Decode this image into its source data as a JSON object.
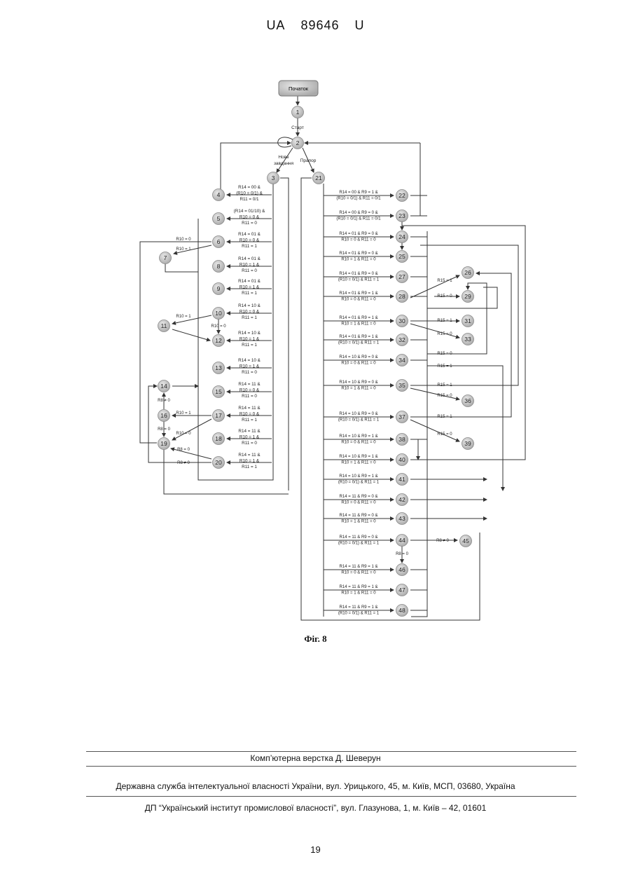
{
  "header": {
    "office": "UA",
    "number": "89646",
    "kind": "U"
  },
  "diagram": {
    "start_label": "Початок",
    "transitions": {
      "start": "Старт",
      "new_task": "Нове завдання",
      "flag": "Прапор"
    },
    "left_conditions": [
      {
        "id": "4",
        "lines": [
          "R14 = 00 &",
          "(R10 = 0/1) &",
          "R11 = 0/1"
        ]
      },
      {
        "id": "5",
        "lines": [
          "(R14 = 01/10) &",
          "R10 = 0 &",
          "R11 = 0"
        ]
      },
      {
        "id": "6",
        "lines": [
          "R14 = 01 &",
          "R10 = 0 &",
          "R11 = 1"
        ]
      },
      {
        "id": "8",
        "lines": [
          "R14 = 01 &",
          "R10 = 1 &",
          "R11 = 0"
        ]
      },
      {
        "id": "9",
        "lines": [
          "R14 = 01 &",
          "R10 = 1 &",
          "R11 = 1"
        ]
      },
      {
        "id": "10",
        "lines": [
          "R14 = 10 &",
          "R10 = 0 &",
          "R11 = 1"
        ]
      },
      {
        "id": "12",
        "lines": [
          "R14 = 10 &",
          "R10 = 1 &",
          "R11 = 1"
        ]
      },
      {
        "id": "13",
        "lines": [
          "R14 = 10 &",
          "R10 = 1 &",
          "R11 = 0"
        ]
      },
      {
        "id": "15",
        "lines": [
          "R14 = 11 &",
          "R10 = 0 &",
          "R11 = 0"
        ]
      },
      {
        "id": "17",
        "lines": [
          "R14 = 11 &",
          "R10 = 0 &",
          "R11 = 1"
        ]
      },
      {
        "id": "18",
        "lines": [
          "R14 = 11 &",
          "R10 = 1 &",
          "R11 = 0"
        ]
      },
      {
        "id": "20",
        "lines": [
          "R14 = 11 &",
          "R10 = 1 &",
          "R11 = 1"
        ]
      }
    ],
    "left_side_labels": {
      "r10_0_a": "R10 = 0",
      "r10_1_a": "R10 = 1",
      "r10_1_b": "R10 = 1",
      "r10_0_b": "R10 = 0",
      "r8_ne0_a": "R8 ≠ 0",
      "r10_1_c": "R10 = 1",
      "r8_0_a": "R8 = 0",
      "r10_0_c": "R10 = 0",
      "r8_0_b": "R8 = 0",
      "r8_ne0_b": "R8 ≠ 0"
    },
    "right_conditions": [
      {
        "id": "22",
        "lines": [
          "R14 = 00 & R9 = 1 &",
          "(R10 = 0/1) & R11 = 0/1"
        ]
      },
      {
        "id": "23",
        "lines": [
          "R14 = 00 & R9 = 0 &",
          "(R10 = 0/1) & R11 = 0/1"
        ]
      },
      {
        "id": "24",
        "lines": [
          "R14 = 01 & R9 = 0 &",
          "R10 = 0 & R11 = 0"
        ]
      },
      {
        "id": "25",
        "lines": [
          "R14 = 01 & R9 = 0 &",
          "R10 = 1 & R11 = 0"
        ]
      },
      {
        "id": "27",
        "lines": [
          "R14 = 01 & R9 = 0 &",
          "(R10 = 0/1) & R11 = 1"
        ]
      },
      {
        "id": "28",
        "lines": [
          "R14 = 01 & R9 = 1 &",
          "R10 = 0 & R11 = 0"
        ]
      },
      {
        "id": "30",
        "lines": [
          "R14 = 01 & R9 = 1 &",
          "R10 = 1 & R11 = 0"
        ]
      },
      {
        "id": "32",
        "lines": [
          "R14 = 01 & R9 = 1 &",
          "(R10 = 0/1) & R11 = 1"
        ]
      },
      {
        "id": "34",
        "lines": [
          "R14 = 10 & R9 = 0 &",
          "R10 = 0 & R11 = 0"
        ]
      },
      {
        "id": "35",
        "lines": [
          "R14 = 10 & R9 = 0 &",
          "R10 = 1 & R11 = 0"
        ]
      },
      {
        "id": "37",
        "lines": [
          "R14 = 10 & R9 = 0 &",
          "(R10 = 0/1) & R11 = 1"
        ]
      },
      {
        "id": "38",
        "lines": [
          "R14 = 10 & R9 = 1 &",
          "R10 = 0 & R11 = 0"
        ]
      },
      {
        "id": "40",
        "lines": [
          "R14 = 10 & R9 = 1 &",
          "R10 = 1 & R11 = 0"
        ]
      },
      {
        "id": "41",
        "lines": [
          "R14 = 10 & R9 = 1 &",
          "(R10 = 0/1) & R11 = 1"
        ]
      },
      {
        "id": "42",
        "lines": [
          "R14 = 11 & R9 = 0 &",
          "R10 = 0 & R11 = 0"
        ]
      },
      {
        "id": "43",
        "lines": [
          "R14 = 11 & R9 = 0 &",
          "R10 = 1 & R11 = 0"
        ]
      },
      {
        "id": "44",
        "lines": [
          "R14 = 11 & R9 = 0 &",
          "(R10 = 0/1) & R11 = 1"
        ]
      },
      {
        "id": "46",
        "lines": [
          "R14 = 11 & R9 = 1 &",
          "R10 = 0 & R11 = 0"
        ]
      },
      {
        "id": "47",
        "lines": [
          "R14 = 11 & R9 = 1 &",
          "R10 = 1 & R11 = 0"
        ]
      },
      {
        "id": "48",
        "lines": [
          "R14 = 11 & R9 = 1 &",
          "(R10 = 0/1) & R11 = 1"
        ]
      }
    ],
    "right_side_labels": {
      "r15_1_a": "R15 = 1",
      "r15_0_a": "R15 = 0",
      "r15_1_b": "R15 = 1",
      "r15_0_b": "R15 = 0",
      "r15_0_c": "R15 = 0",
      "r15_1_c": "R15 = 1",
      "r15_1_d": "R15 = 1",
      "r15_0_d": "R15 = 0",
      "r15_1_e": "R15 = 1",
      "r15_0_e": "R15 = 0",
      "r8_ne0": "R8 ≠ 0",
      "r8_0": "R8 = 0"
    },
    "nodes": [
      "1",
      "2",
      "3",
      "4",
      "5",
      "6",
      "7",
      "8",
      "9",
      "10",
      "11",
      "12",
      "13",
      "14",
      "15",
      "16",
      "17",
      "18",
      "19",
      "20",
      "21",
      "22",
      "23",
      "24",
      "25",
      "26",
      "27",
      "28",
      "29",
      "30",
      "31",
      "32",
      "33",
      "34",
      "35",
      "36",
      "37",
      "38",
      "39",
      "40",
      "41",
      "42",
      "43",
      "44",
      "45",
      "46",
      "47",
      "48"
    ]
  },
  "caption": "Фіг. 8",
  "footer": {
    "typesetting": "Комп’ютерна верстка Д. Шеверун",
    "agency": "Державна служба інтелектуальної власності України, вул. Урицького, 45, м. Київ, МСП, 03680, Україна",
    "institute": "ДП “Український інститут промислової власності”, вул. Глазунова, 1, м. Київ – 42, 01601"
  },
  "page_number": "19"
}
